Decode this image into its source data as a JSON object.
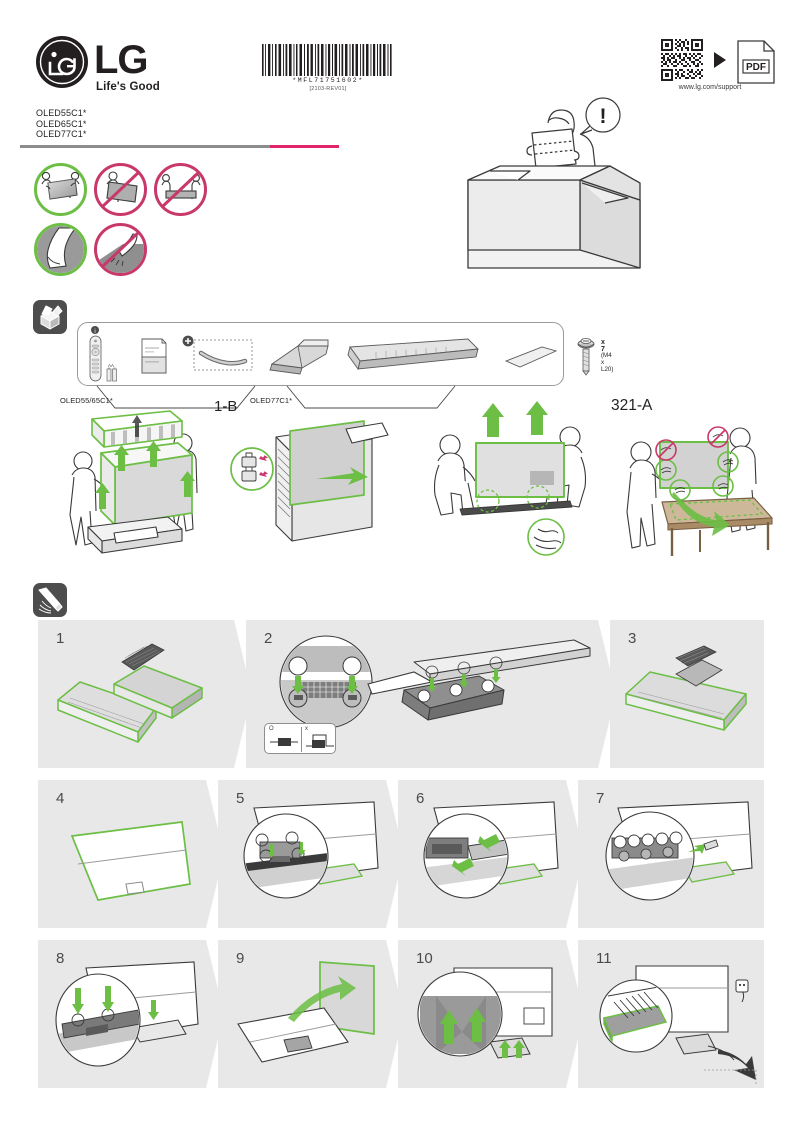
{
  "document": {
    "type": "quick-setup-guide",
    "brand": "LG",
    "tagline": "Life's Good"
  },
  "header": {
    "logo_text": "LG",
    "tagline": "Life's Good",
    "models": [
      "OLED55C1*",
      "OLED65C1*",
      "OLED77C1*"
    ],
    "barcode": {
      "number": "*MFL71751602*",
      "revision": "[2103-REV01]"
    },
    "qr": {
      "url": "www.lg.com/support",
      "target_label": "PDF"
    },
    "rule_colors": {
      "grey": "#8c8c8c",
      "pink": "#e0246c"
    }
  },
  "safety_icons": [
    {
      "name": "carry-two-people-edges",
      "status": "allowed",
      "color": "#6cbe45"
    },
    {
      "name": "no-carry-one-person",
      "status": "prohibited",
      "color": "#c8386b"
    },
    {
      "name": "no-lay-face-down-lift",
      "status": "prohibited",
      "color": "#c8386b"
    },
    {
      "name": "hold-by-frame-gloves",
      "status": "allowed",
      "color": "#6cbe45"
    },
    {
      "name": "no-press-screen",
      "status": "prohibited",
      "color": "#c8386b"
    }
  ],
  "unbox_scene": {
    "name": "read-manual-beside-box",
    "bubble": "!"
  },
  "parts": {
    "section_icon": "open-box-icon",
    "items": [
      {
        "name": "remote-control",
        "label": "",
        "sub": "",
        "batteries": "AA"
      },
      {
        "name": "user-manual",
        "label": "",
        "sub": ""
      },
      {
        "name": "cable-holder",
        "label": "",
        "sub": "",
        "optional": true,
        "badge": "+"
      },
      {
        "name": "stand-base-plate",
        "label": "",
        "sub": ""
      },
      {
        "name": "stand-cover-bar",
        "label": "",
        "sub": ""
      },
      {
        "name": "plate-small",
        "label": "",
        "sub": ""
      },
      {
        "name": "screws",
        "label": "x 7",
        "sub": "(M4 x L20)"
      }
    ]
  },
  "unbox_steps": {
    "label_55_65": "OLED55/65C1*",
    "step_1b": "1-B",
    "label_77": "OLED77C1*",
    "step_321a": "321-A"
  },
  "assembly": {
    "section_icon": "screwdriver-icon",
    "rows": [
      {
        "panels": [
          {
            "number": "1",
            "name": "stand-parts-laid-out"
          },
          {
            "number": "2",
            "name": "align-cover-to-base",
            "has_ox_box": true,
            "ox": {
              "ok": "O",
              "no": "x"
            }
          },
          {
            "number": "3",
            "name": "cover-attached"
          }
        ]
      },
      {
        "panels": [
          {
            "number": "4",
            "name": "tv-face-down-on-table"
          },
          {
            "number": "5",
            "name": "position-stand-on-tv"
          },
          {
            "number": "6",
            "name": "slide-stand-into-slot"
          },
          {
            "number": "7",
            "name": "fasten-screws"
          }
        ]
      },
      {
        "panels": [
          {
            "number": "8",
            "name": "press-down-cover"
          },
          {
            "number": "9",
            "name": "lift-tv-upright"
          },
          {
            "number": "10",
            "name": "attach-back-cover"
          },
          {
            "number": "11",
            "name": "route-cables-and-connect-power"
          }
        ]
      }
    ]
  },
  "colors": {
    "green_highlight": "#6cbe45",
    "panel_bg": "#e8e8e8",
    "line": "#3a3a3a",
    "badge_bg": "#4d4d4d"
  }
}
